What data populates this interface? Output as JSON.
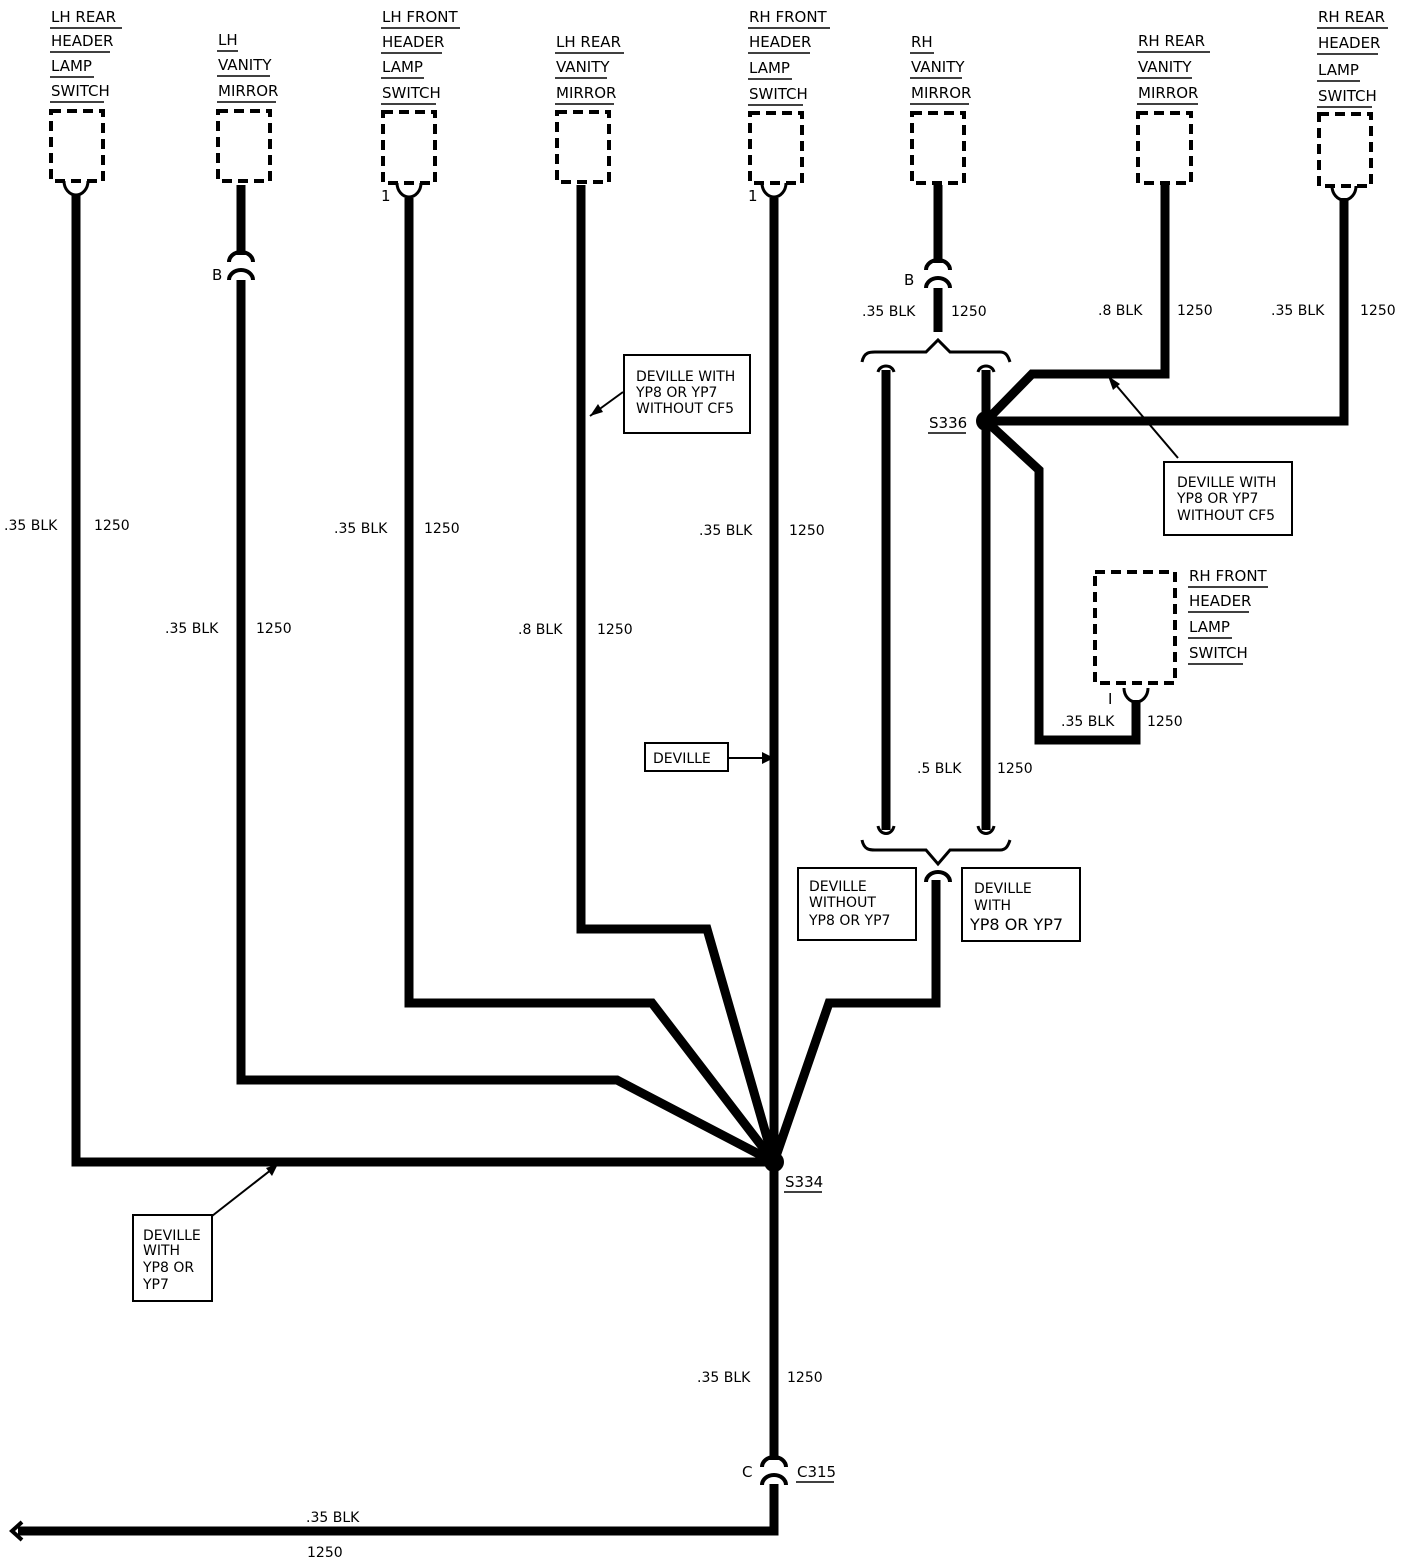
{
  "components": {
    "c1": [
      "LH REAR",
      "HEADER",
      "LAMP",
      "SWITCH"
    ],
    "c2": [
      "LH",
      "VANITY",
      "MIRROR"
    ],
    "c3": [
      "LH FRONT",
      "HEADER",
      "LAMP",
      "SWITCH"
    ],
    "c4": [
      "LH REAR",
      "VANITY",
      "MIRROR"
    ],
    "c5": [
      "RH FRONT",
      "HEADER",
      "LAMP",
      "SWITCH"
    ],
    "c6": [
      "RH",
      "VANITY",
      "MIRROR"
    ],
    "c7": [
      "RH REAR",
      "VANITY",
      "MIRROR"
    ],
    "c8": [
      "RH REAR",
      "HEADER",
      "LAMP",
      "SWITCH"
    ],
    "c9": [
      "RH FRONT",
      "HEADER",
      "LAMP",
      "SWITCH"
    ]
  },
  "pins": {
    "p1": "1",
    "p2": "1",
    "p3": "I"
  },
  "connectors": {
    "b1": "B",
    "b2": "B",
    "c": "C",
    "c315": "C315"
  },
  "splices": {
    "s334": "S334",
    "s336": "S336"
  },
  "wires": {
    "w1": {
      "size": ".35 BLK",
      "circuit": "1250"
    },
    "w2": {
      "size": ".35 BLK",
      "circuit": "1250"
    },
    "w3": {
      "size": ".35 BLK",
      "circuit": "1250"
    },
    "w4": {
      "size": ".8 BLK",
      "circuit": "1250"
    },
    "w5": {
      "size": ".35 BLK",
      "circuit": "1250"
    },
    "w6": {
      "size": ".35 BLK",
      "circuit": "1250"
    },
    "w7": {
      "size": ".8 BLK",
      "circuit": "1250"
    },
    "w8": {
      "size": ".35 BLK",
      "circuit": "1250"
    },
    "w9": {
      "size": ".35 BLK",
      "circuit": "1250"
    },
    "w10": {
      "size": ".5 BLK",
      "circuit": "1250"
    },
    "w11": {
      "size": ".35 BLK",
      "circuit": "1250"
    },
    "w12": {
      "size": ".35 BLK",
      "circuit": "1250"
    }
  },
  "notes": {
    "n1": [
      "DEVILLE WITH",
      "YP8 OR YP7",
      "WITHOUT CF5"
    ],
    "n2": [
      "DEVILLE WITH",
      "YP8 OR YP7",
      "WITHOUT CF5"
    ],
    "n3": [
      "DEVILLE"
    ],
    "n4": [
      "DEVILLE",
      "WITHOUT",
      "YP8 OR YP7"
    ],
    "n5": [
      "DEVILLE",
      "WITH",
      "YP8 OR YP7"
    ],
    "n6": [
      "DEVILLE",
      "WITH",
      "YP8 OR",
      "YP7"
    ]
  }
}
